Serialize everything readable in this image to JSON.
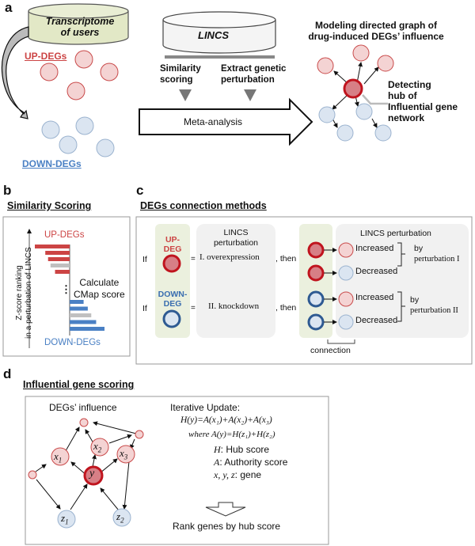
{
  "panel_a": {
    "letter": "a",
    "transcriptome_label_line1": "Transcriptome",
    "transcriptome_label_line2": "of users",
    "up_degs_label": "UP-DEGs",
    "down_degs_label": "DOWN-DEGs",
    "lincs_label": "LINCS",
    "similarity_line1": "Similarity",
    "similarity_line2": "scoring",
    "extract_line1": "Extract genetic",
    "extract_line2": "perturbation",
    "meta_analysis": "Meta-analysis",
    "modeling_line1": "Modeling directed graph of",
    "modeling_line2": "drug-induced DEGs’ influence",
    "detecting_line1": "Detecting",
    "detecting_line2": "hub of",
    "detecting_line3": "Influential gene",
    "detecting_line4": "network"
  },
  "panel_b": {
    "letter": "b",
    "title": "Similarity Scoring",
    "axis_line1": "Z-score ranking",
    "axis_line2": "in a perturbation of LINCS",
    "up_label": "UP-DEGs",
    "down_label": "DOWN-DEGs",
    "ellipsis": "⋮",
    "calc_line1": "Calculate",
    "calc_line2": "CMap score",
    "up_bars": [
      {
        "value": 1.0,
        "type": "up"
      },
      {
        "value": 0.7,
        "type": "up"
      },
      {
        "value": 0.62,
        "type": "up"
      },
      {
        "value": 0.55,
        "type": "neutral"
      },
      {
        "value": 0.42,
        "type": "up"
      }
    ],
    "down_bars": [
      {
        "value": 0.4,
        "type": "down"
      },
      {
        "value": 0.52,
        "type": "down"
      },
      {
        "value": 0.62,
        "type": "neutral"
      },
      {
        "value": 0.76,
        "type": "down"
      },
      {
        "value": 1.0,
        "type": "down"
      }
    ],
    "colors": {
      "up": "#cc4444",
      "down": "#4a80c4",
      "neutral": "#c0c0c0"
    }
  },
  "panel_c": {
    "letter": "c",
    "title": "DEGs connection methods",
    "if1": "If",
    "if2": "If",
    "up_deg_line1": "UP-",
    "up_deg_line2": "DEG",
    "down_deg_line1": "DOWN-",
    "down_deg_line2": "DEG",
    "eq1": "=",
    "eq2": "=",
    "lincs_pert_line1": "LINCS",
    "lincs_pert_line2": "perturbation",
    "overexpression": "I. overexpression",
    "knockdown": "II. knockdown",
    "then1": ", then",
    "then2": ", then",
    "lincs_perturbation_header": "LINCS perturbation",
    "rows": [
      {
        "label": "Increased"
      },
      {
        "label": "Decreased"
      },
      {
        "label": "Increased"
      },
      {
        "label": "Decreased"
      }
    ],
    "by1_line1": "by",
    "by1_line2": "perturbation I",
    "by2_line1": "by",
    "by2_line2": "perturbation  II",
    "connection": "connection"
  },
  "panel_d": {
    "letter": "d",
    "title": "Influential gene scoring",
    "influence_title": "DEGs’ influence",
    "nodes": {
      "x1": "x",
      "x1_sub": "1",
      "x2": "x",
      "x2_sub": "2",
      "x3": "x",
      "x3_sub": "3",
      "y": "y",
      "z1": "z",
      "z1_sub": "1",
      "z2": "z",
      "z2_sub": "2"
    },
    "iterative_update": "Iterative Update:",
    "formula1": "H(y)=A(x₁)+A(x₂)+A(x₃)",
    "formula2": "where A(y)=H(z₁)+H(z₂)",
    "h_sym": "H",
    "h_def": ": Hub score",
    "a_sym": "A",
    "a_def": ": Authority score",
    "xyz_sym": "x, y, z",
    "xyz_def": ": gene",
    "rank": "Rank genes by hub score"
  }
}
